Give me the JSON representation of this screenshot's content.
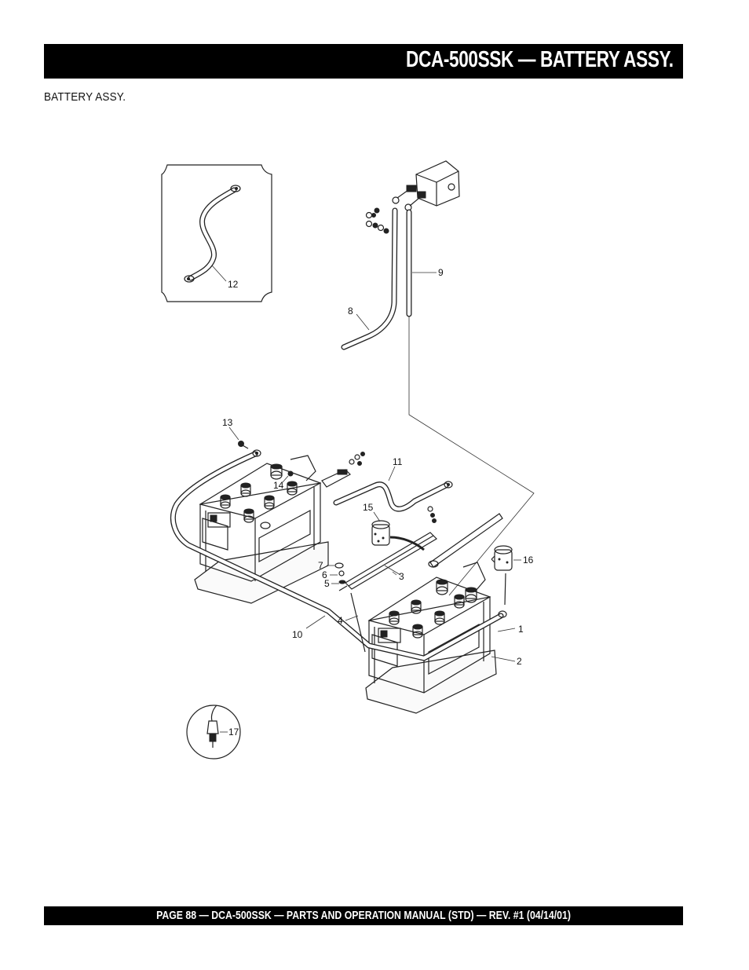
{
  "header": {
    "title": "DCA-500SSK — BATTERY ASSY."
  },
  "section": {
    "label": "BATTERY ASSY."
  },
  "footer": {
    "text": "PAGE 88 — DCA-500SSK — PARTS AND OPERATION MANUAL (STD) — REV. #1  (04/14/01)"
  },
  "diagram": {
    "callouts": {
      "p1": "1",
      "p2": "2",
      "p3": "3",
      "p4": "4",
      "p5": "5",
      "p6": "6",
      "p7": "7",
      "p8": "8",
      "p9": "9",
      "p10": "10",
      "p11": "11",
      "p12": "12",
      "p13": "13",
      "p14": "14",
      "p15": "15",
      "p16": "16",
      "p17": "17"
    }
  }
}
